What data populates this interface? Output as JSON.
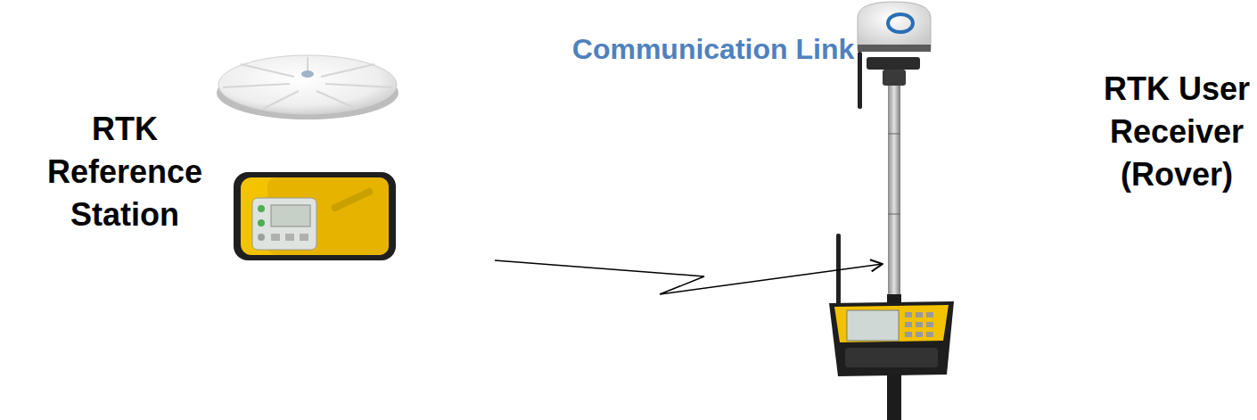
{
  "diagram": {
    "nodes": [
      {
        "text": [
          "RTK Reference Station"
        ]
      },
      {
        "text": [
          "RTK User Receiver (Rover)"
        ]
      }
    ],
    "edges": [
      {
        "from": 0,
        "to": 1,
        "arrow": "to",
        "label": "Communication Link"
      }
    ]
  }
}
